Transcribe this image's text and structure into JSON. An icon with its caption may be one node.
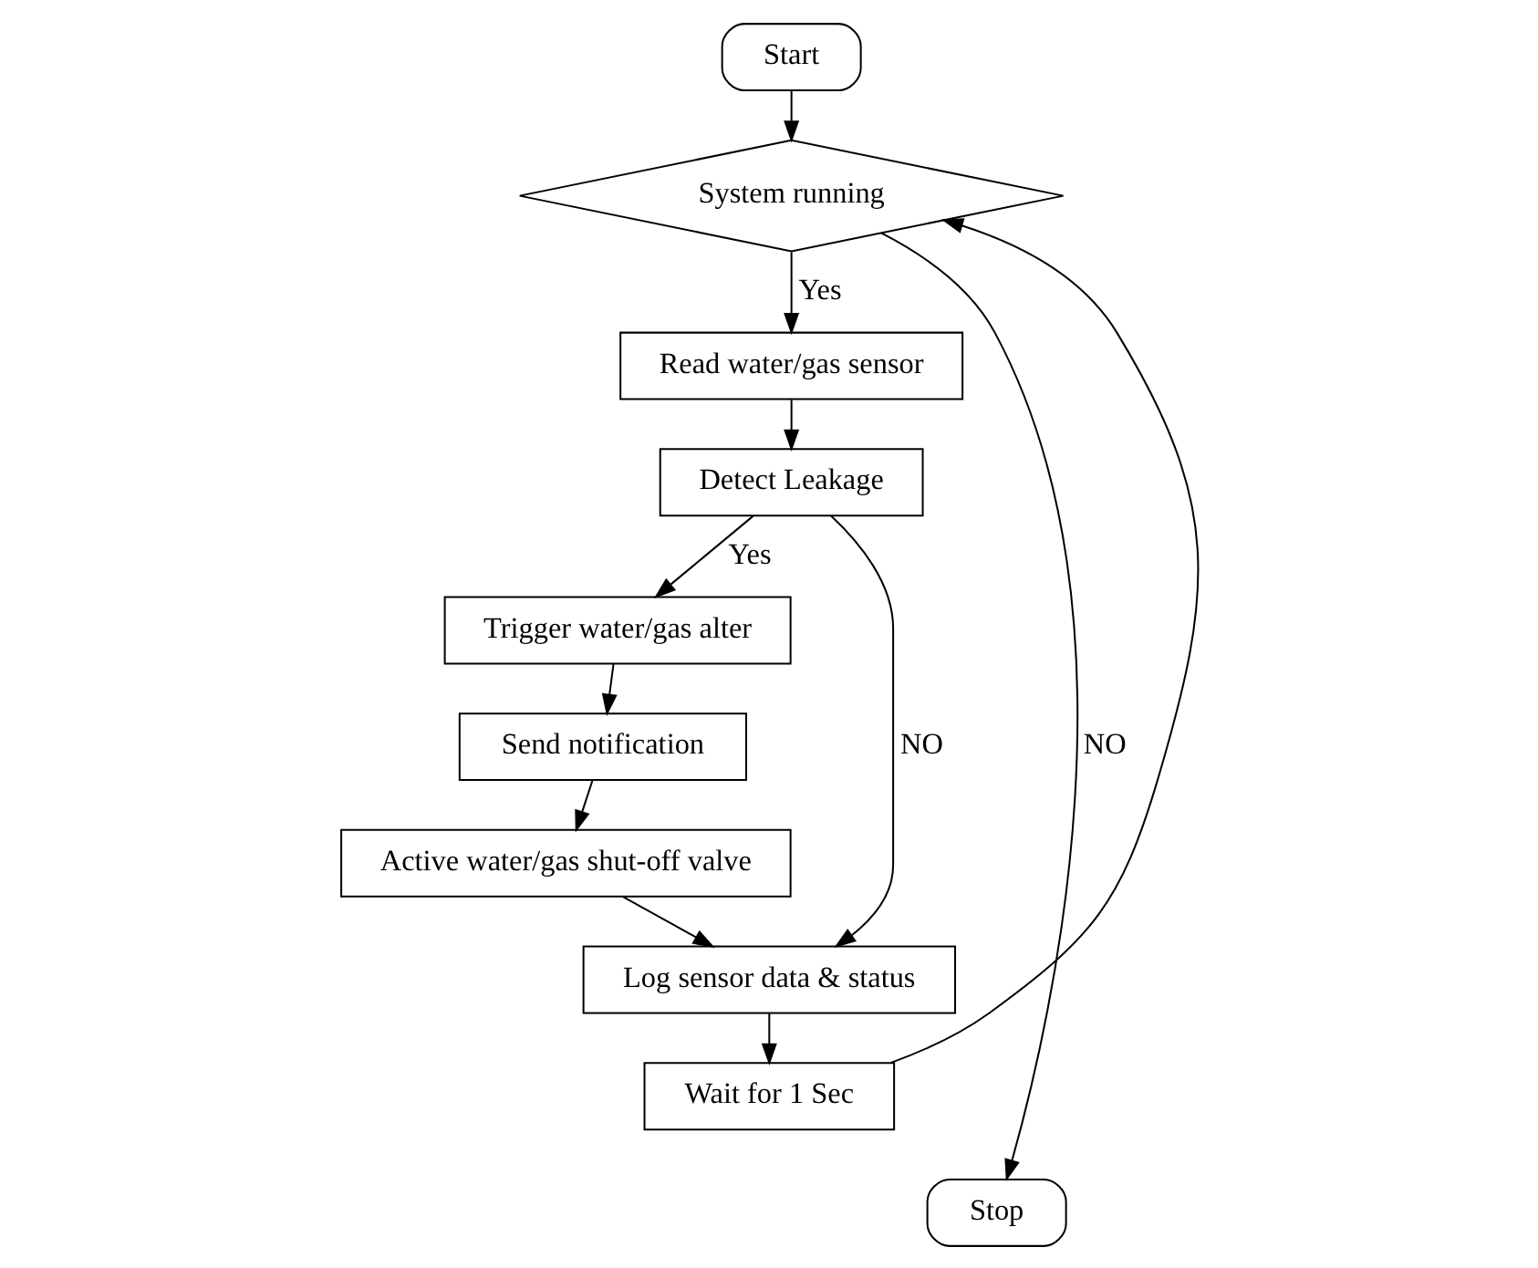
{
  "diagram": {
    "nodes": [
      {
        "text": [
          "Start"
        ]
      },
      {
        "text": [
          "System running"
        ]
      },
      {
        "text": [
          "Read water/gas sensor"
        ]
      },
      {
        "text": [
          "Detect Leakage"
        ]
      },
      {
        "text": [
          "Trigger water/gas alter"
        ]
      },
      {
        "text": [
          "Send notification"
        ]
      },
      {
        "text": [
          "Active water/gas shut-off valve"
        ]
      },
      {
        "text": [
          "Log sensor data & status"
        ]
      },
      {
        "text": [
          "Wait for 1 Sec"
        ]
      },
      {
        "text": [
          "Stop"
        ]
      }
    ],
    "edges": [
      {
        "from": 0,
        "to": 1,
        "arrow": "to"
      },
      {
        "from": 1,
        "to": 2,
        "arrow": "to",
        "label": "Yes"
      },
      {
        "from": 1,
        "to": 9,
        "arrow": "to",
        "label": "NO"
      },
      {
        "from": 2,
        "to": 3,
        "arrow": "to"
      },
      {
        "from": 3,
        "to": 4,
        "arrow": "to",
        "label": "Yes"
      },
      {
        "from": 3,
        "to": 7,
        "arrow": "to",
        "label": "NO"
      },
      {
        "from": 4,
        "to": 5,
        "arrow": "to"
      },
      {
        "from": 5,
        "to": 6,
        "arrow": "to"
      },
      {
        "from": 6,
        "to": 7,
        "arrow": "to"
      },
      {
        "from": 7,
        "to": 8,
        "arrow": "to"
      },
      {
        "from": 8,
        "to": 1,
        "arrow": "to"
      }
    ]
  }
}
